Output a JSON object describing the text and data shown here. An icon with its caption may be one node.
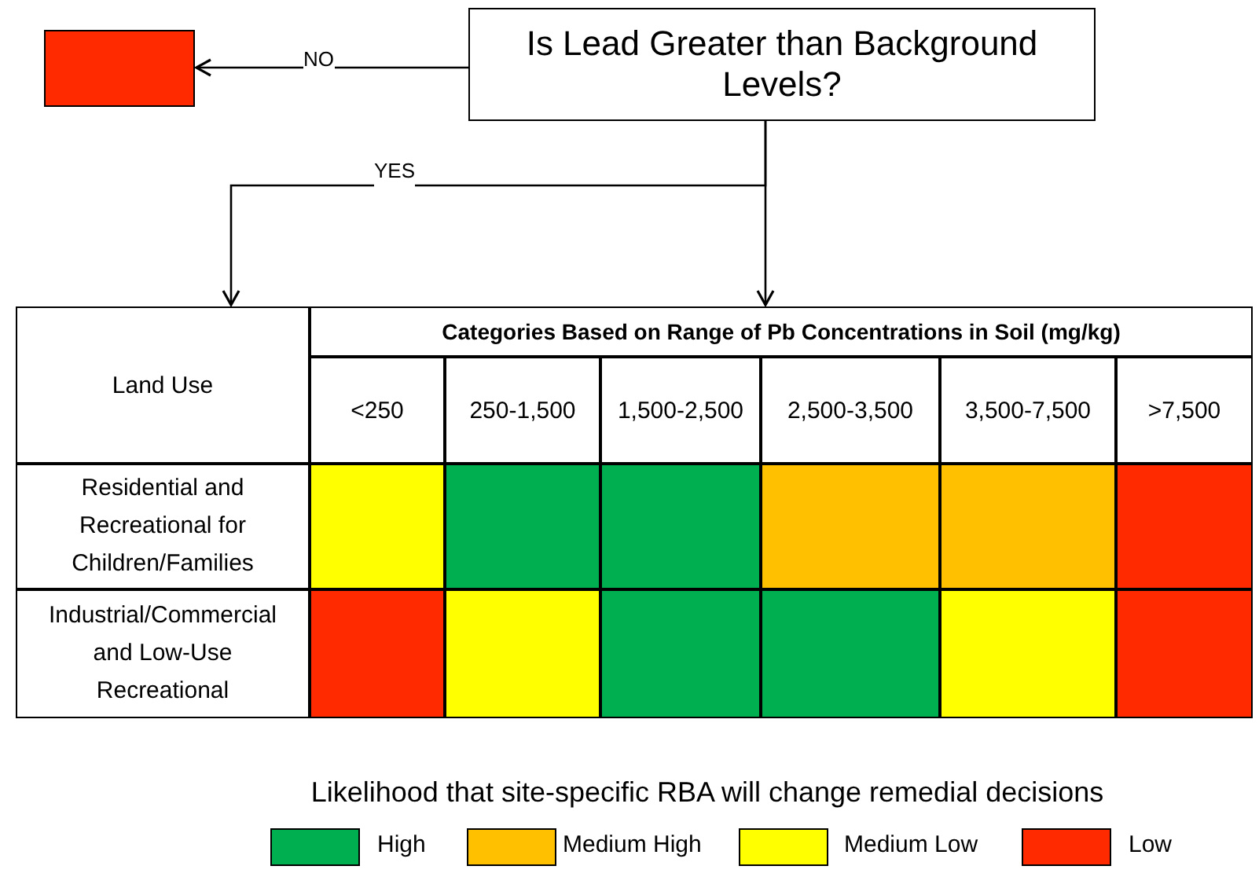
{
  "diagram": {
    "nodes": [
      {
        "text": [
          "Is Lead Greater than Background Levels?"
        ]
      },
      {
        "text": [],
        "shape": "box"
      },
      {
        "text": [
          "Land Use"
        ]
      },
      {
        "text": [
          "Categories Based on Range of Pb Concentrations in Soil (mg/kg)"
        ]
      },
      {
        "text": [],
        "shape": "box"
      },
      {
        "text": [],
        "shape": "box"
      },
      {
        "text": [],
        "shape": "box"
      },
      {
        "text": [],
        "shape": "box"
      },
      {
        "text": [],
        "shape": "box"
      },
      {
        "text": [],
        "shape": "box"
      },
      {
        "text": [],
        "shape": "box"
      },
      {
        "text": [],
        "shape": "box"
      },
      {
        "text": [],
        "shape": "box"
      },
      {
        "text": [],
        "shape": "box"
      },
      {
        "text": [],
        "shape": "box"
      },
      {
        "text": [],
        "shape": "box"
      }
    ],
    "edges": [
      {
        "from": 0,
        "to": 1,
        "arrow": "to",
        "label": "NO"
      },
      {
        "from": 0,
        "to": 2,
        "arrow": "to",
        "label": "YES"
      },
      {
        "from": 0,
        "to": 3,
        "arrow": "to"
      }
    ],
    "labels": [
      "<250",
      "250-1,500",
      "1,500-2,500",
      "2,500-3,500",
      "3,500-7,500",
      ">7,500",
      "Residential and Recreational for Children/Families",
      "Industrial/Commercial and Low-Use Recreational",
      "Likelihood that site-specific RBA will change remedial decisions"
    ],
    "legend": [
      {
        "text": "High",
        "color": "#00b050"
      },
      {
        "text": "Medium High",
        "color": "#ffc000"
      },
      {
        "text": "Medium Low",
        "color": "#ffff00"
      },
      {
        "text": "Low",
        "color": "#ff2a00"
      }
    ]
  }
}
